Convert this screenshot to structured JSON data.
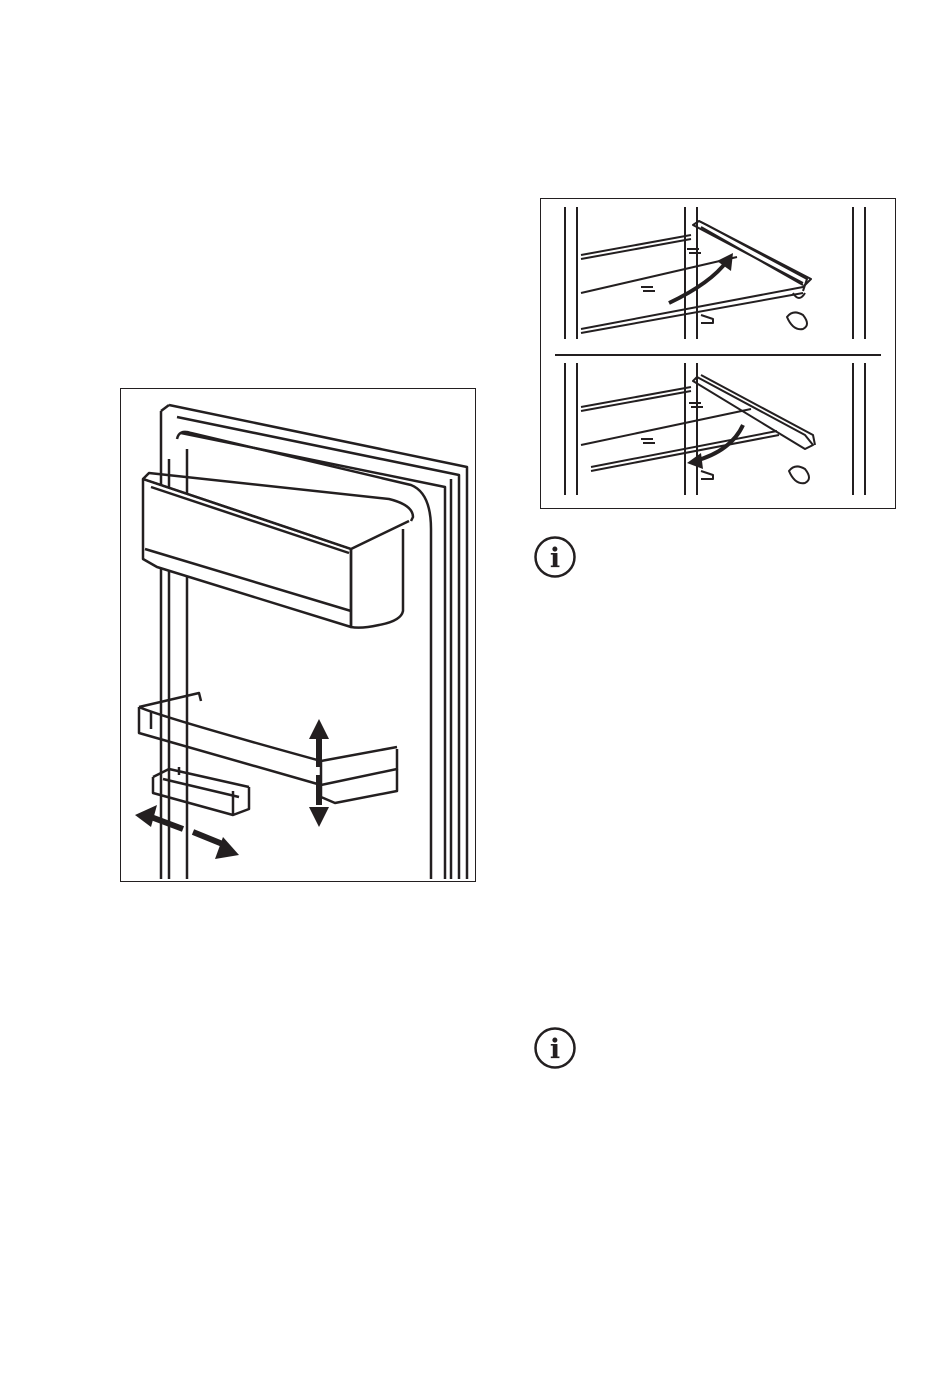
{
  "page": {
    "background": "#ffffff",
    "line_color": "#231f20"
  },
  "figures": {
    "left": {
      "subject": "door-balcony-adjust-illustration"
    },
    "right": {
      "subject": "shelf-removal-illustration"
    }
  },
  "icons": {
    "info_glyph": "i",
    "info_icon_count": 2
  }
}
